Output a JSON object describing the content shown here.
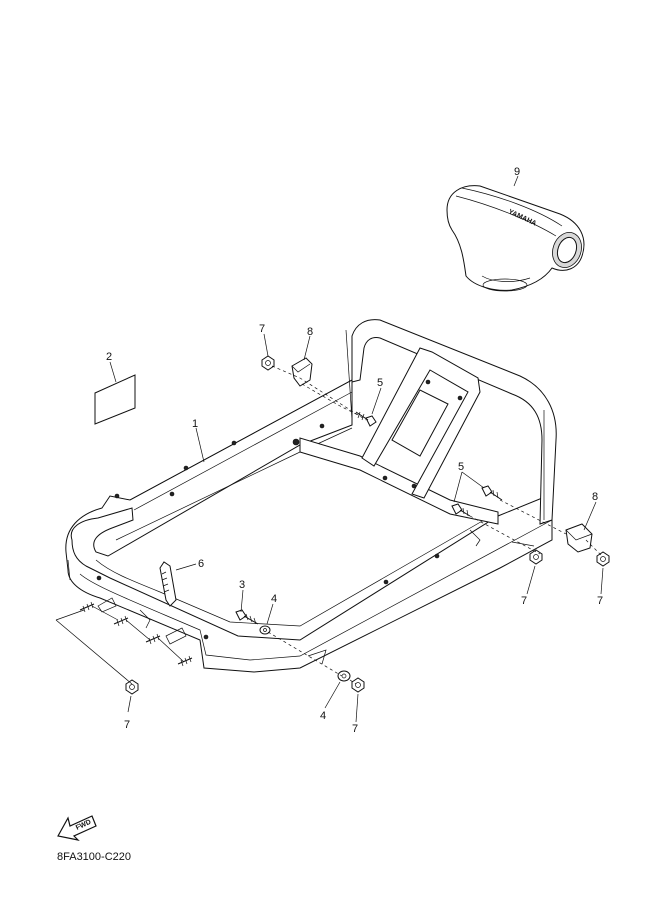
{
  "diagram": {
    "code": "8FA3100-C220",
    "fwd_label": "FWD",
    "callouts": [
      {
        "id": "c9",
        "text": "9"
      },
      {
        "id": "c2",
        "text": "2"
      },
      {
        "id": "c7a",
        "text": "7"
      },
      {
        "id": "c8a",
        "text": "8"
      },
      {
        "id": "c5a",
        "text": "5"
      },
      {
        "id": "c1",
        "text": "1"
      },
      {
        "id": "c5b",
        "text": "5"
      },
      {
        "id": "c8b",
        "text": "8"
      },
      {
        "id": "c6",
        "text": "6"
      },
      {
        "id": "c3",
        "text": "3"
      },
      {
        "id": "c4a",
        "text": "4"
      },
      {
        "id": "c7b",
        "text": "7"
      },
      {
        "id": "c7c",
        "text": "7"
      },
      {
        "id": "c7d",
        "text": "7"
      },
      {
        "id": "c4b",
        "text": "4"
      },
      {
        "id": "c7e",
        "text": "7"
      }
    ]
  }
}
